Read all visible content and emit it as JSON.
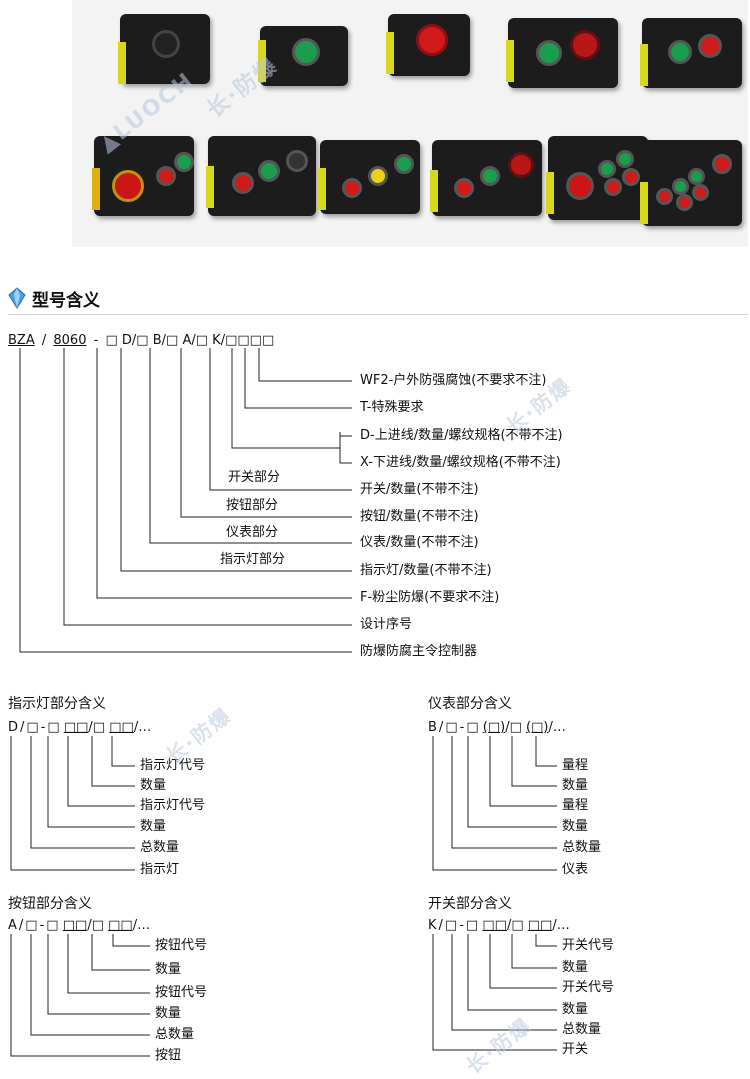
{
  "section": {
    "title": "型号含义"
  },
  "main_code": {
    "parts": [
      "BZA",
      "/",
      "8060",
      "-",
      "□",
      "D/□",
      "B/□",
      "A/□",
      "K/□",
      "□",
      "□",
      "□"
    ]
  },
  "main_legend": [
    "WF2-户外防强腐蚀(不要求不注)",
    "T-特殊要求",
    "D-上进线/数量/螺纹规格(不带不注)",
    "X-下进线/数量/螺纹规格(不带不注)",
    "开关/数量(不带不注)",
    "按钮/数量(不带不注)",
    "仪表/数量(不带不注)",
    "指示灯/数量(不带不注)",
    "F-粉尘防爆(不要求不注)",
    "设计序号",
    "防爆防腐主令控制器"
  ],
  "main_branch_labels": [
    "开关部分",
    "按钮部分",
    "仪表部分",
    "指示灯部分"
  ],
  "sub_sections": [
    {
      "title": "指示灯部分含义",
      "code": [
        "D",
        "/",
        "□",
        "-",
        "□",
        "□□",
        "/",
        "□",
        "□□",
        "/",
        "…"
      ],
      "items": [
        "指示灯代号",
        "数量",
        "指示灯代号",
        "数量",
        "总数量",
        "指示灯"
      ]
    },
    {
      "title": "仪表部分含义",
      "code": [
        "B",
        "/",
        "□",
        "-",
        "□",
        "(□)",
        "/",
        "□",
        "(□)",
        "/",
        "…"
      ],
      "items": [
        "量程",
        "数量",
        "量程",
        "数量",
        "总数量",
        "仪表"
      ]
    },
    {
      "title": "按钮部分含义",
      "code": [
        "A",
        "/",
        "□",
        "-",
        "□",
        "□□",
        "/",
        "□",
        "□□",
        "/",
        "…"
      ],
      "items": [
        "按钮代号",
        "数量",
        "按钮代号",
        "数量",
        "总数量",
        "按钮"
      ]
    },
    {
      "title": "开关部分含义",
      "code": [
        "K",
        "/",
        "□",
        "-",
        "□",
        "□□",
        "/",
        "□",
        "□□",
        "/",
        "…"
      ],
      "items": [
        "开关代号",
        "数量",
        "开关代号",
        "数量",
        "总数量",
        "开关"
      ]
    }
  ],
  "colors": {
    "accent_icon": "#4a9fe0",
    "line": "#222222",
    "photo_bg": "#f3f3f3"
  }
}
